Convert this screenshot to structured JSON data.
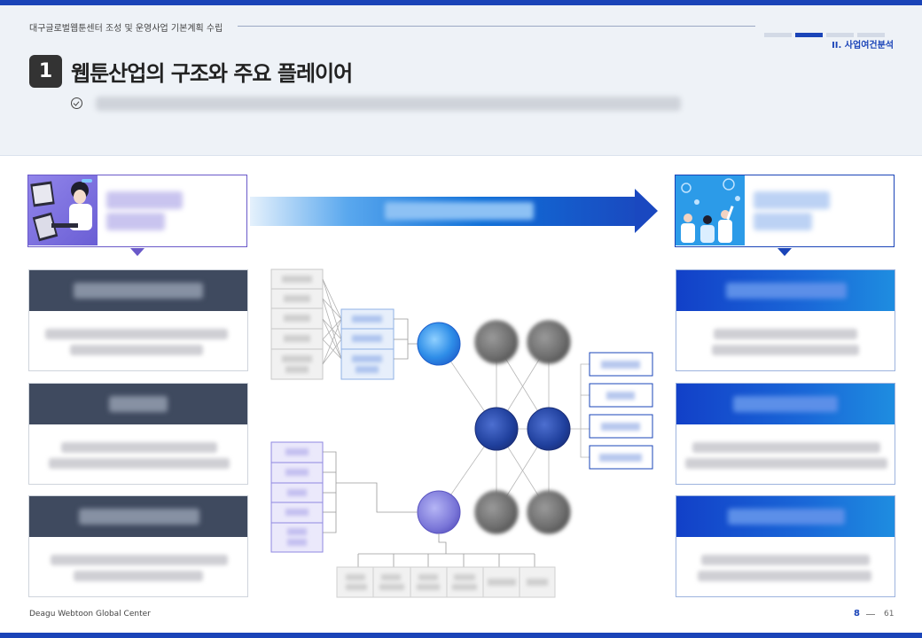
{
  "header": {
    "doc_title": "대구글로벌웹툰센터 조성 및 운영사업 기본계획 수립",
    "section": "II. 사업여건분석",
    "number": "1",
    "title": "웹툰산업의 구조와 주요 플레이어",
    "progress": {
      "total": 4,
      "active": 2
    }
  },
  "footer": {
    "org": "Deagu Webtoon Global Center",
    "page": "8",
    "total": "61"
  },
  "colors": {
    "brand": "#1a44b8",
    "creator_accent": "#6a59c9",
    "dark_header": "#3f4a5f"
  },
  "icons": [
    "check-circle-icon",
    "creator-illustration",
    "audience-illustration",
    "flow-arrow"
  ]
}
